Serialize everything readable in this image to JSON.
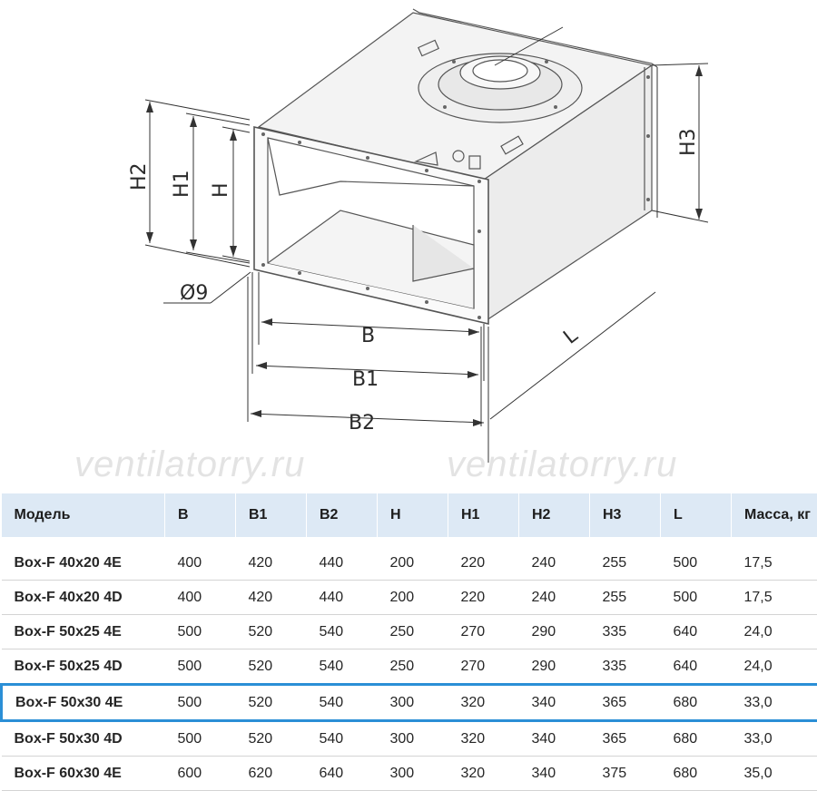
{
  "drawing": {
    "labels": {
      "h2": "H2",
      "h1": "H1",
      "h": "H",
      "h3": "H3",
      "d9": "Ø9",
      "b": "B",
      "b1": "B1",
      "b2": "B2",
      "l": "L"
    }
  },
  "watermark": [
    "ventilatorry.ru",
    "ventilatorry.ru"
  ],
  "table": {
    "headers": [
      "Модель",
      "B",
      "B1",
      "B2",
      "H",
      "H1",
      "H2",
      "H3",
      "L",
      "Масса, кг"
    ],
    "highlight_color": "#2b8fd6",
    "header_bg": "#dde9f5",
    "highlighted_row": 4,
    "rows": [
      [
        "Box-F 40x20 4E",
        "400",
        "420",
        "440",
        "200",
        "220",
        "240",
        "255",
        "500",
        "17,5"
      ],
      [
        "Box-F 40x20 4D",
        "400",
        "420",
        "440",
        "200",
        "220",
        "240",
        "255",
        "500",
        "17,5"
      ],
      [
        "Box-F 50x25 4E",
        "500",
        "520",
        "540",
        "250",
        "270",
        "290",
        "335",
        "640",
        "24,0"
      ],
      [
        "Box-F 50x25 4D",
        "500",
        "520",
        "540",
        "250",
        "270",
        "290",
        "335",
        "640",
        "24,0"
      ],
      [
        "Box-F 50x30 4E",
        "500",
        "520",
        "540",
        "300",
        "320",
        "340",
        "365",
        "680",
        "33,0"
      ],
      [
        "Box-F 50x30 4D",
        "500",
        "520",
        "540",
        "300",
        "320",
        "340",
        "365",
        "680",
        "33,0"
      ],
      [
        "Box-F 60x30 4E",
        "600",
        "620",
        "640",
        "300",
        "320",
        "340",
        "375",
        "680",
        "35,0"
      ]
    ]
  }
}
